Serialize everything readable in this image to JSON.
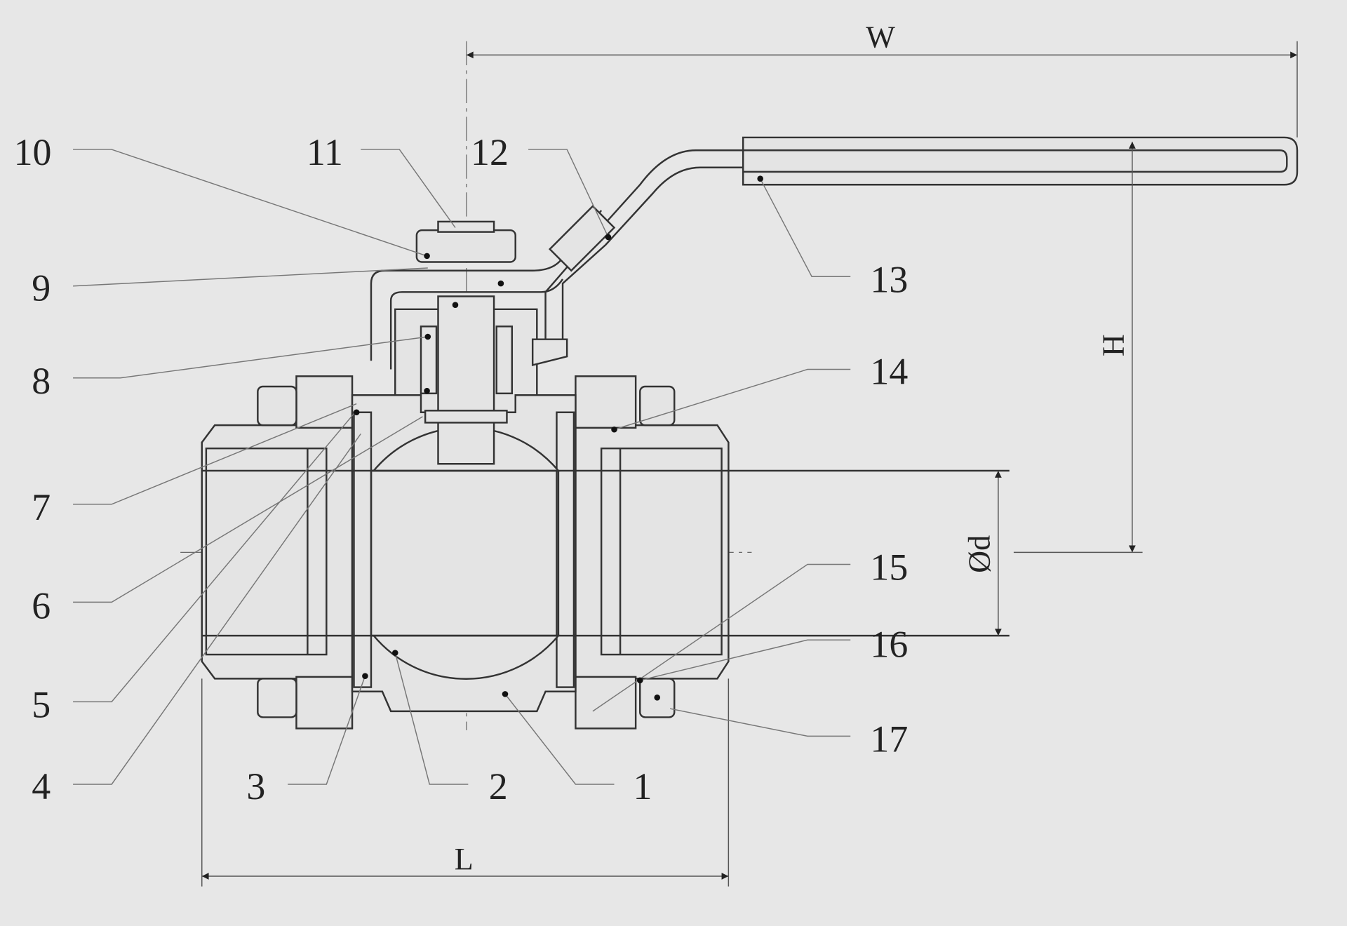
{
  "drawing": {
    "dimensions": {
      "width": "W",
      "height": "H",
      "length": "L",
      "bore": "Ød"
    },
    "part_numbers": {
      "p1": "1",
      "p2": "2",
      "p3": "3",
      "p4": "4",
      "p5": "5",
      "p6": "6",
      "p7": "7",
      "p8": "8",
      "p9": "9",
      "p10": "10",
      "p11": "11",
      "p12": "12",
      "p13": "13",
      "p14": "14",
      "p15": "15",
      "p16": "16",
      "p17": "17"
    }
  }
}
